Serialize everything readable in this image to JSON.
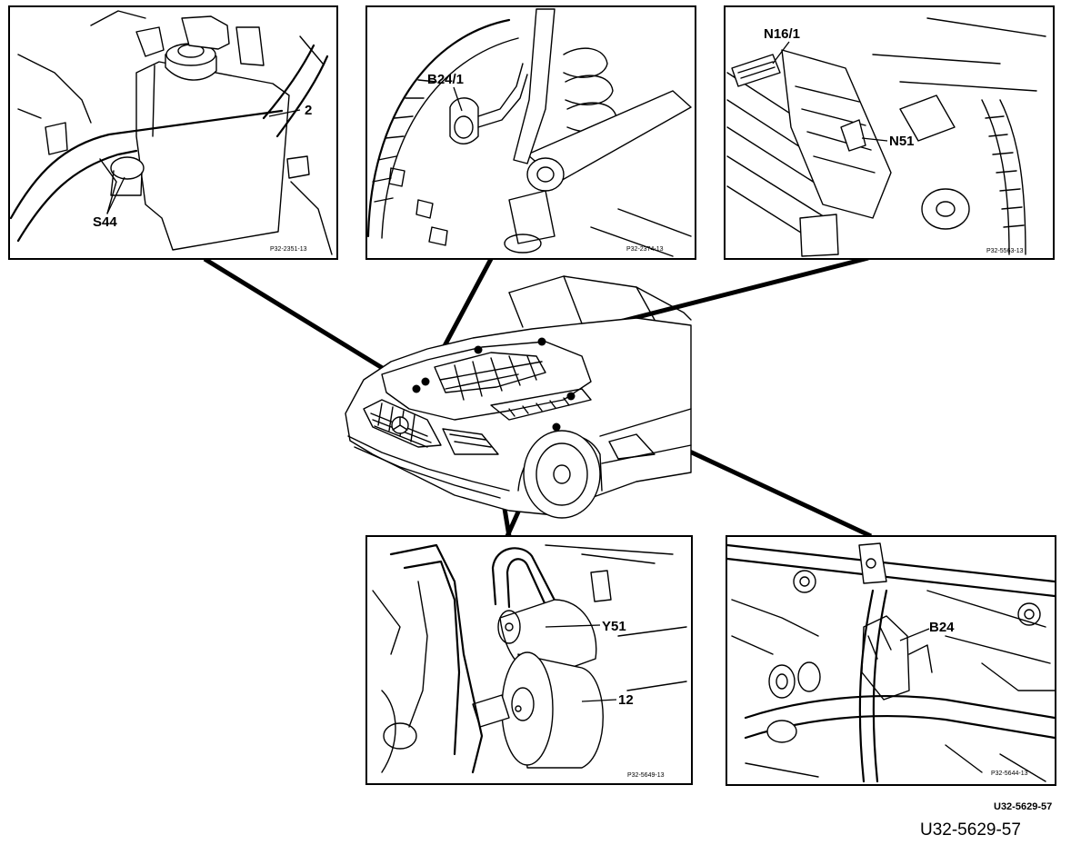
{
  "panels": {
    "top_left": {
      "labels": [
        "2",
        "S44"
      ],
      "code": "P32-2351-13"
    },
    "top_center": {
      "labels": [
        "B24/1"
      ],
      "code": "P32-2374-13"
    },
    "top_right": {
      "labels": [
        "N16/1",
        "N51"
      ],
      "code": "P32-5563-13"
    },
    "bottom_center": {
      "labels": [
        "Y51",
        "12"
      ],
      "code": "P32-5649-13"
    },
    "bottom_right": {
      "labels": [
        "B24"
      ],
      "code": "P32-5644-13"
    }
  },
  "figure_ref_small": "U32-5629-57",
  "figure_ref": "U32-5629-57"
}
